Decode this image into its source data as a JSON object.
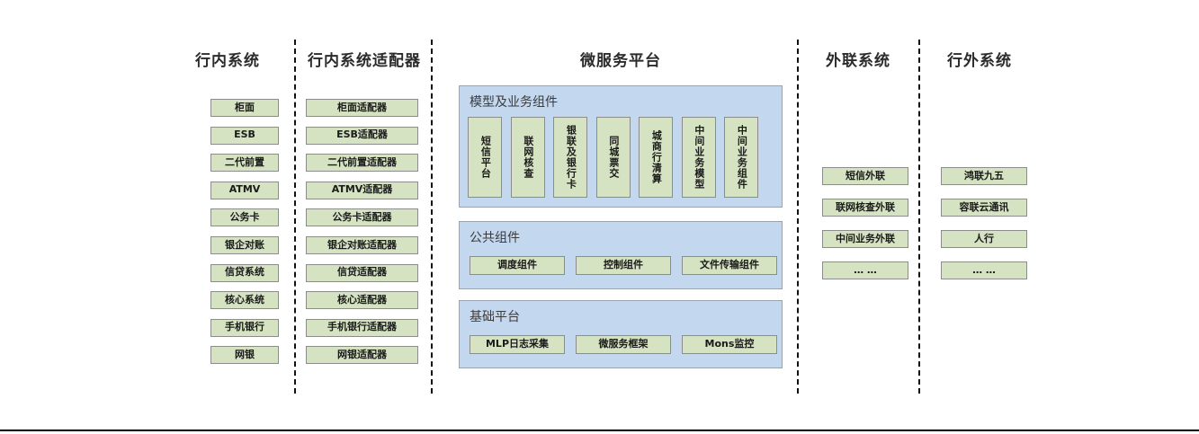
{
  "columns": {
    "internal_systems": {
      "title": "行内系统",
      "items": [
        "柜面",
        "ESB",
        "二代前置",
        "ATMV",
        "公务卡",
        "银企对账",
        "信贷系统",
        "核心系统",
        "手机银行",
        "网银"
      ]
    },
    "internal_adapters": {
      "title": "行内系统适配器",
      "items": [
        "柜面适配器",
        "ESB适配器",
        "二代前置适配器",
        "ATMV适配器",
        "公务卡适配器",
        "银企对账适配器",
        "信贷适配器",
        "核心适配器",
        "手机银行适配器",
        "网银适配器"
      ]
    },
    "microservice_platform": {
      "title": "微服务平台",
      "sections": [
        {
          "name": "模型及业务组件",
          "items": [
            "短信平台",
            "联网核查",
            "银联及银行卡",
            "同城票交",
            "城商行清算",
            "中间业务模型",
            "中间业务组件"
          ]
        },
        {
          "name": "公共组件",
          "items": [
            "调度组件",
            "控制组件",
            "文件传输组件"
          ]
        },
        {
          "name": "基础平台",
          "items": [
            "MLP日志采集",
            "微服务框架",
            "Mons监控"
          ]
        }
      ]
    },
    "external_liaison_systems": {
      "title": "外联系统",
      "items": [
        "短信外联",
        "联网核查外联",
        "中间业务外联",
        "… …"
      ]
    },
    "outside_bank_systems": {
      "title": "行外系统",
      "items": [
        "鸿联九五",
        "容联云通讯",
        "人行",
        "… …"
      ]
    }
  },
  "colors": {
    "node_fill": "#d6e3c3",
    "node_border": "#8c8c8c",
    "panel_fill": "#c3d7ef",
    "panel_border": "#9aa4b0",
    "title_text": "#2b2b2b",
    "divider": "#111111"
  }
}
